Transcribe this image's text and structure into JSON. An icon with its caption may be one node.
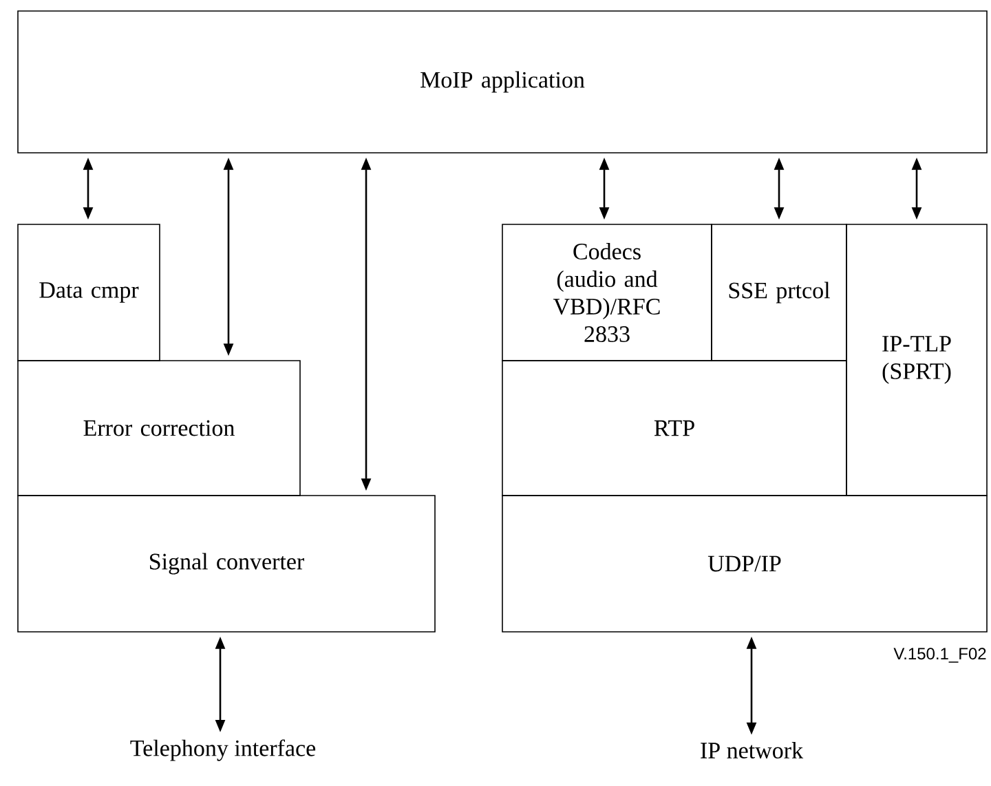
{
  "diagram": {
    "nodes": [
      {
        "text": [
          "MoIP application"
        ]
      },
      {
        "text": [
          "Data cmpr"
        ]
      },
      {
        "text": [
          "Error correction"
        ]
      },
      {
        "text": [
          "Signal converter"
        ]
      },
      {
        "text": [
          "Codecs (audio and VBD)/RFC 2833"
        ]
      },
      {
        "text": [
          "SSE prtcol"
        ]
      },
      {
        "text": [
          "IP-TLP (SPRT)"
        ]
      },
      {
        "text": [
          "RTP"
        ]
      },
      {
        "text": [
          "UDP/IP"
        ]
      },
      {
        "text": [
          "Telephony interface"
        ]
      },
      {
        "text": [
          "IP network"
        ]
      }
    ],
    "edges": [
      {
        "from": 0,
        "to": 1,
        "arrow": "both"
      },
      {
        "from": 0,
        "to": 2,
        "arrow": "both"
      },
      {
        "from": 0,
        "to": 3,
        "arrow": "both"
      },
      {
        "from": 0,
        "to": 4,
        "arrow": "both"
      },
      {
        "from": 0,
        "to": 5,
        "arrow": "both"
      },
      {
        "from": 0,
        "to": 6,
        "arrow": "both"
      },
      {
        "from": 3,
        "to": 9,
        "arrow": "both"
      },
      {
        "from": 8,
        "to": 10,
        "arrow": "both"
      }
    ],
    "labels": [
      "V.150.1_F02"
    ]
  }
}
